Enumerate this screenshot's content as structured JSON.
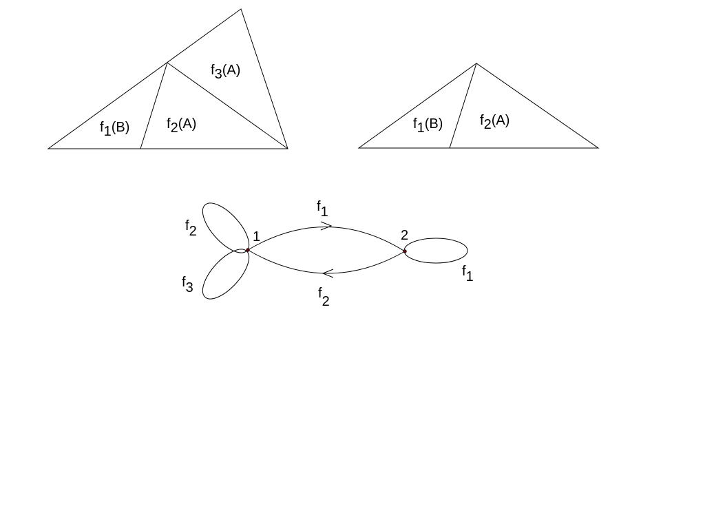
{
  "diagram": {
    "left_triangle": {
      "regions": [
        {
          "prefix": "f",
          "sub": "1",
          "suffix": "(B)"
        },
        {
          "prefix": "f",
          "sub": "2",
          "suffix": "(A)"
        },
        {
          "prefix": "f",
          "sub": "3",
          "suffix": "(A)"
        }
      ]
    },
    "right_triangle": {
      "regions": [
        {
          "prefix": "f",
          "sub": "1",
          "suffix": "(B)"
        },
        {
          "prefix": "f",
          "sub": "2",
          "suffix": "(A)"
        }
      ]
    },
    "graph": {
      "nodes": [
        "1",
        "2"
      ],
      "edges": [
        {
          "prefix": "f",
          "sub": "1",
          "from": "1",
          "to": "2"
        },
        {
          "prefix": "f",
          "sub": "2",
          "from": "2",
          "to": "1"
        }
      ],
      "loops": [
        {
          "prefix": "f",
          "sub": "2",
          "at": "1"
        },
        {
          "prefix": "f",
          "sub": "3",
          "at": "1"
        },
        {
          "prefix": "f",
          "sub": "1",
          "at": "2"
        }
      ]
    }
  }
}
